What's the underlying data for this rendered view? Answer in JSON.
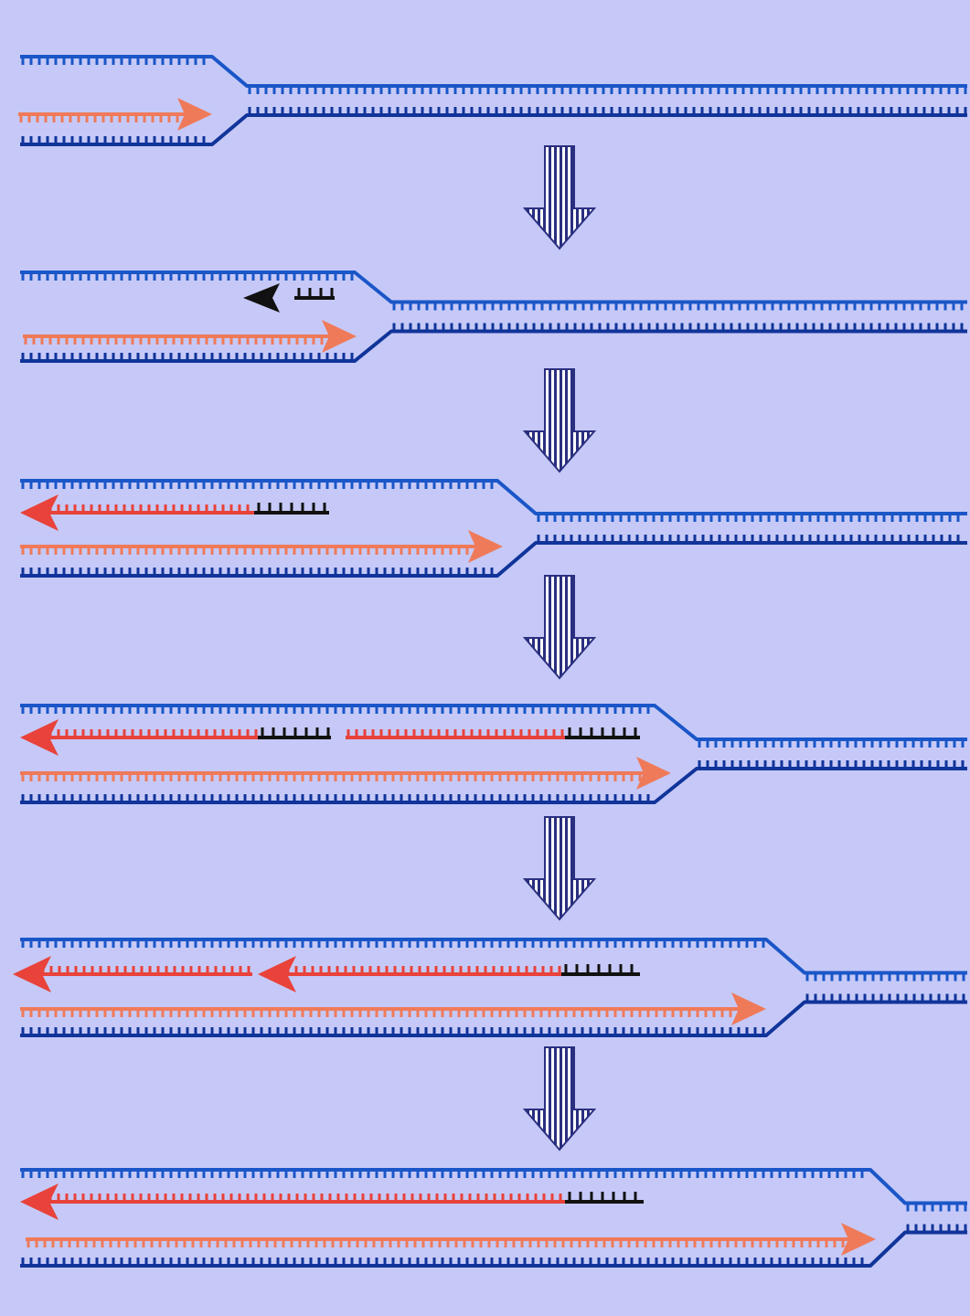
{
  "diagram": {
    "colors": {
      "background": "#c6c9f7",
      "template_top": "#1a56c8",
      "template_bottom": "#10349a",
      "leading_strand": "#ef7a5a",
      "lagging_fragment": "#e8423a",
      "rna_primer": "#111111",
      "step_arrow_fill": "#ffffff",
      "step_arrow_stripe": "#2a2f80"
    },
    "stages": [
      {
        "id": "stage-1",
        "leading_strand": true,
        "primers": 0,
        "okazaki_fragments": 0
      },
      {
        "id": "stage-2",
        "leading_strand": true,
        "primers": 1,
        "okazaki_fragments": 0
      },
      {
        "id": "stage-3",
        "leading_strand": true,
        "primers": 1,
        "okazaki_fragments": 1
      },
      {
        "id": "stage-4",
        "leading_strand": true,
        "primers": 2,
        "okazaki_fragments": 2
      },
      {
        "id": "stage-5",
        "leading_strand": true,
        "primers": 1,
        "okazaki_fragments": 2
      },
      {
        "id": "stage-6",
        "leading_strand": true,
        "primers": 1,
        "okazaki_fragments": 1
      }
    ],
    "step_arrows": 5
  }
}
